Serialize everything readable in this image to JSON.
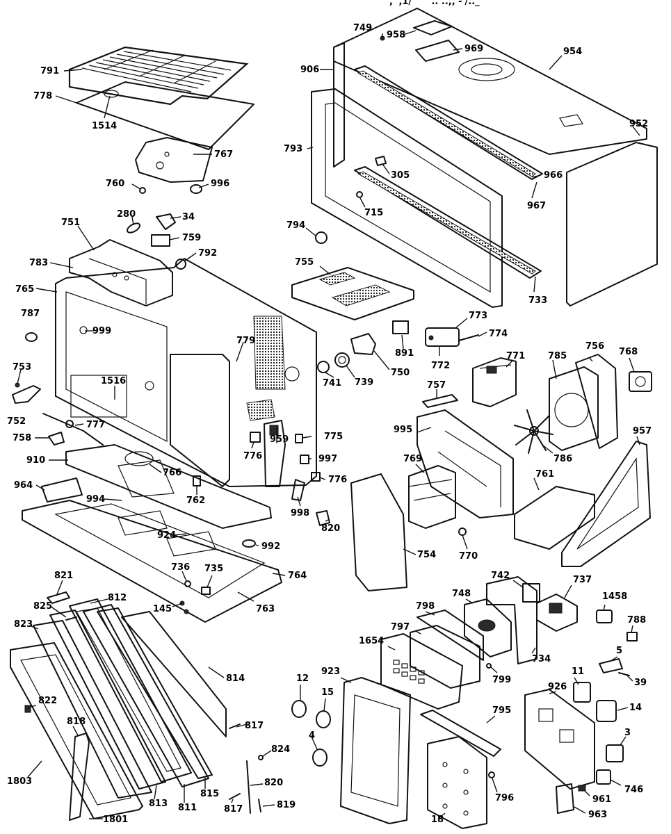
{
  "header_fragment": ", ',1/ ' '\" .. ..,, -'/.._",
  "labels": {
    "p791": "791",
    "p778": "778",
    "p1514": "1514",
    "p767": "767",
    "p760": "760",
    "p996": "996",
    "p280": "280",
    "p34": "34",
    "p751": "751",
    "p759": "759",
    "p792": "792",
    "p783": "783",
    "p765": "765",
    "p787": "787",
    "p999": "999",
    "p779": "779",
    "p753": "753",
    "p752": "752",
    "p1516": "1516",
    "p758": "758",
    "p777": "777",
    "p910": "910",
    "p766": "766",
    "p776a": "776",
    "p959": "959",
    "p964": "964",
    "p994": "994",
    "p762": "762",
    "p998": "998",
    "p924": "924",
    "p992": "992",
    "p775": "775",
    "p997": "997",
    "p776b": "776",
    "p820a": "820",
    "p764": "764",
    "p736": "736",
    "p735": "735",
    "p145": "145",
    "p763": "763",
    "p749": "749",
    "p958": "958",
    "p954": "954",
    "p969": "969",
    "p906": "906",
    "p952": "952",
    "p793": "793",
    "p305": "305",
    "p966": "966",
    "p967": "967",
    "p715": "715",
    "p794": "794",
    "p755": "755",
    "p733": "733",
    "p773": "773",
    "p774": "774",
    "p891": "891",
    "p772": "772",
    "p750": "750",
    "p739": "739",
    "p741": "741",
    "p771": "771",
    "p785": "785",
    "p756": "756",
    "p768": "768",
    "p757": "757",
    "p995": "995",
    "p786": "786",
    "p957": "957",
    "p769": "769",
    "p761": "761",
    "p754": "754",
    "p770": "770",
    "p821": "821",
    "p825": "825",
    "p812": "812",
    "p823": "823",
    "p814": "814",
    "p822": "822",
    "p818": "818",
    "p817a": "817",
    "p824": "824",
    "p820b": "820",
    "p1803": "1803",
    "p813": "813",
    "p811": "811",
    "p815": "815",
    "p817b": "817",
    "p819": "819",
    "p1801": "1801",
    "p12": "12",
    "p15": "15",
    "p4": "4",
    "p923": "923",
    "p742": "742",
    "p737": "737",
    "p798": "798",
    "p748": "748",
    "p797": "797",
    "p1458": "1458",
    "p788": "788",
    "p1654": "1654",
    "p734": "734",
    "p799": "799",
    "p5": "5",
    "p39": "39",
    "p11": "11",
    "p926": "926",
    "p795": "795",
    "p14": "14",
    "p3": "3",
    "p796": "796",
    "p746": "746",
    "p961": "961",
    "p18": "18",
    "p963": "963"
  }
}
